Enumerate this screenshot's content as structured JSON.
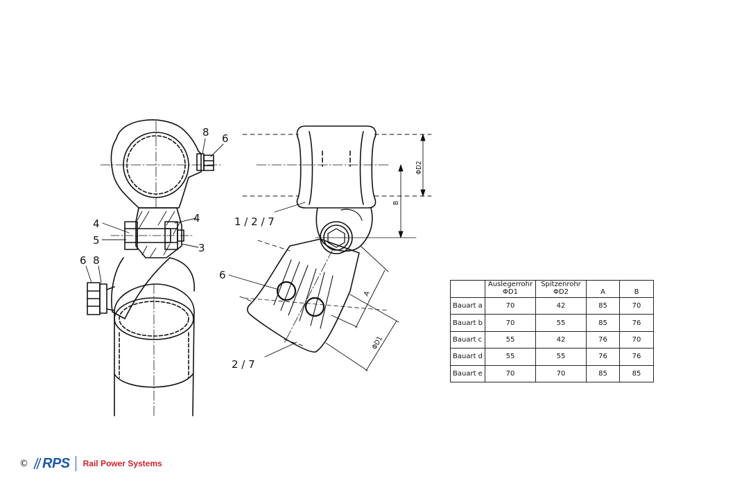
{
  "callouts": {
    "left": {
      "c8_top": "8",
      "c6_top": "6",
      "c4_left": "4",
      "c4_right": "4",
      "c5": "5",
      "c3": "3",
      "c6_low": "6",
      "c8_low": "8"
    },
    "middle": {
      "parts_127": "1 / 2 / 7",
      "c6": "6",
      "parts_27": "2 / 7"
    }
  },
  "dimensions": {
    "d2": "ΦD2",
    "b": "B",
    "a": "A",
    "d1": "ΦD1"
  },
  "table": {
    "headers": [
      {
        "line1": "",
        "line2": ""
      },
      {
        "line1": "Auslegerrohr",
        "line2": "ΦD1"
      },
      {
        "line1": "Spitzenrohr",
        "line2": "ΦD2"
      },
      {
        "line1": "",
        "line2": "A"
      },
      {
        "line1": "",
        "line2": "B"
      }
    ],
    "rows": [
      {
        "name": "Bauart a",
        "d1": "70",
        "d2": "42",
        "a": "85",
        "b": "70"
      },
      {
        "name": "Bauart b",
        "d1": "70",
        "d2": "55",
        "a": "85",
        "b": "76"
      },
      {
        "name": "Bauart c",
        "d1": "55",
        "d2": "42",
        "a": "76",
        "b": "70"
      },
      {
        "name": "Bauart d",
        "d1": "55",
        "d2": "55",
        "a": "76",
        "b": "76"
      },
      {
        "name": "Bauart e",
        "d1": "70",
        "d2": "70",
        "a": "85",
        "b": "85"
      }
    ]
  },
  "footer": {
    "copyright": "©",
    "logo": "RPS",
    "company": "Rail Power Systems"
  },
  "colors": {
    "line": "#111111",
    "logo_blue": "#1d57a8",
    "company_red": "#d0202a"
  }
}
